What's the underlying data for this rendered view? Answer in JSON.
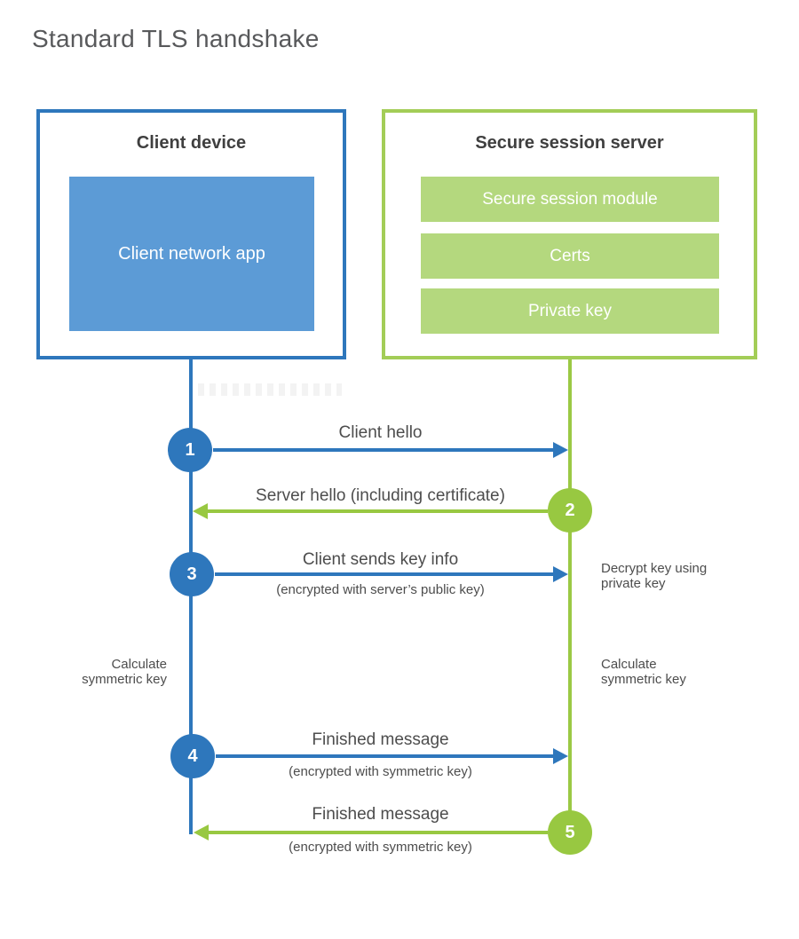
{
  "title": "Standard TLS handshake",
  "colors": {
    "blue_stroke": "#2e77bc",
    "blue_fill": "#5c9bd6",
    "green_stroke": "#98c841",
    "green_border": "#a3cd57",
    "green_fill": "#b4d87e",
    "text_dark": "#3f3f3f",
    "text_label": "#4d4d4d",
    "title_gray": "#58595b"
  },
  "client_box": {
    "title": "Client device",
    "app_label": "Client network app"
  },
  "server_box": {
    "title": "Secure session server",
    "modules": [
      "Secure session module",
      "Certs",
      "Private key"
    ]
  },
  "steps": [
    {
      "num": "1",
      "label": "Client hello",
      "sub": "",
      "direction": "right",
      "color": "blue"
    },
    {
      "num": "2",
      "label": "Server hello (including certificate)",
      "sub": "",
      "direction": "left",
      "color": "green"
    },
    {
      "num": "3",
      "label": "Client sends key info",
      "sub": "(encrypted with server’s public key)",
      "direction": "right",
      "color": "blue"
    },
    {
      "num": "4",
      "label": "Finished message",
      "sub": "(encrypted with symmetric key)",
      "direction": "right",
      "color": "blue"
    },
    {
      "num": "5",
      "label": "Finished message",
      "sub": "(encrypted with symmetric key)",
      "direction": "left",
      "color": "green"
    }
  ],
  "side_notes": [
    {
      "line1": "Decrypt key using",
      "line2": "private key",
      "side": "right"
    },
    {
      "line1": "Calculate",
      "line2": "symmetric key",
      "side": "left"
    },
    {
      "line1": "Calculate",
      "line2": "symmetric key",
      "side": "right"
    }
  ]
}
